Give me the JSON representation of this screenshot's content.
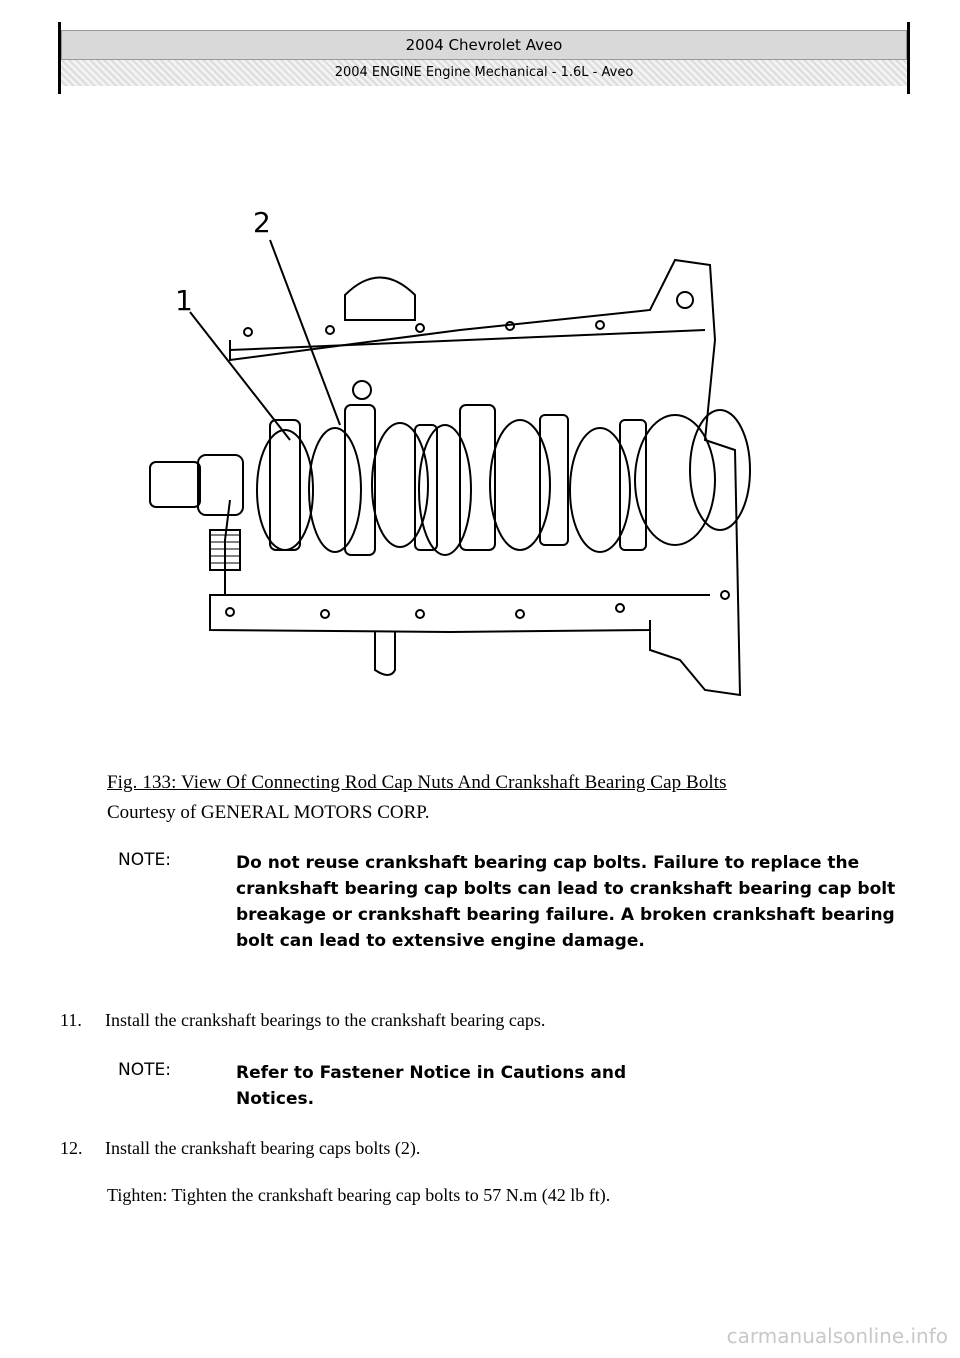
{
  "header": {
    "title": "2004 Chevrolet Aveo",
    "subtitle": "2004 ENGINE Engine Mechanical - 1.6L - Aveo"
  },
  "figure": {
    "callouts": [
      "1",
      "2"
    ]
  },
  "caption": "Fig. 133: View Of Connecting Rod Cap Nuts And Crankshaft Bearing Cap Bolts",
  "courtesy": "Courtesy of GENERAL MOTORS CORP.",
  "notes": [
    {
      "label": "NOTE:",
      "text": "Do not reuse crankshaft bearing cap bolts. Failure to replace the crankshaft bearing cap bolts can lead to crankshaft bearing cap bolt breakage or crankshaft bearing failure. A broken crankshaft bearing bolt can lead to extensive engine damage."
    },
    {
      "label": "NOTE:",
      "text": "Refer to Fastener Notice in Cautions and Notices."
    }
  ],
  "steps": [
    {
      "num": "11.",
      "text": "Install the crankshaft bearings to the crankshaft bearing caps."
    },
    {
      "num": "12.",
      "text": "Install the crankshaft bearing caps bolts (2)."
    }
  ],
  "torque": "Tighten: Tighten the crankshaft bearing cap bolts to 57 N.m (42 lb ft).",
  "watermark": "carmanualsonline.info"
}
